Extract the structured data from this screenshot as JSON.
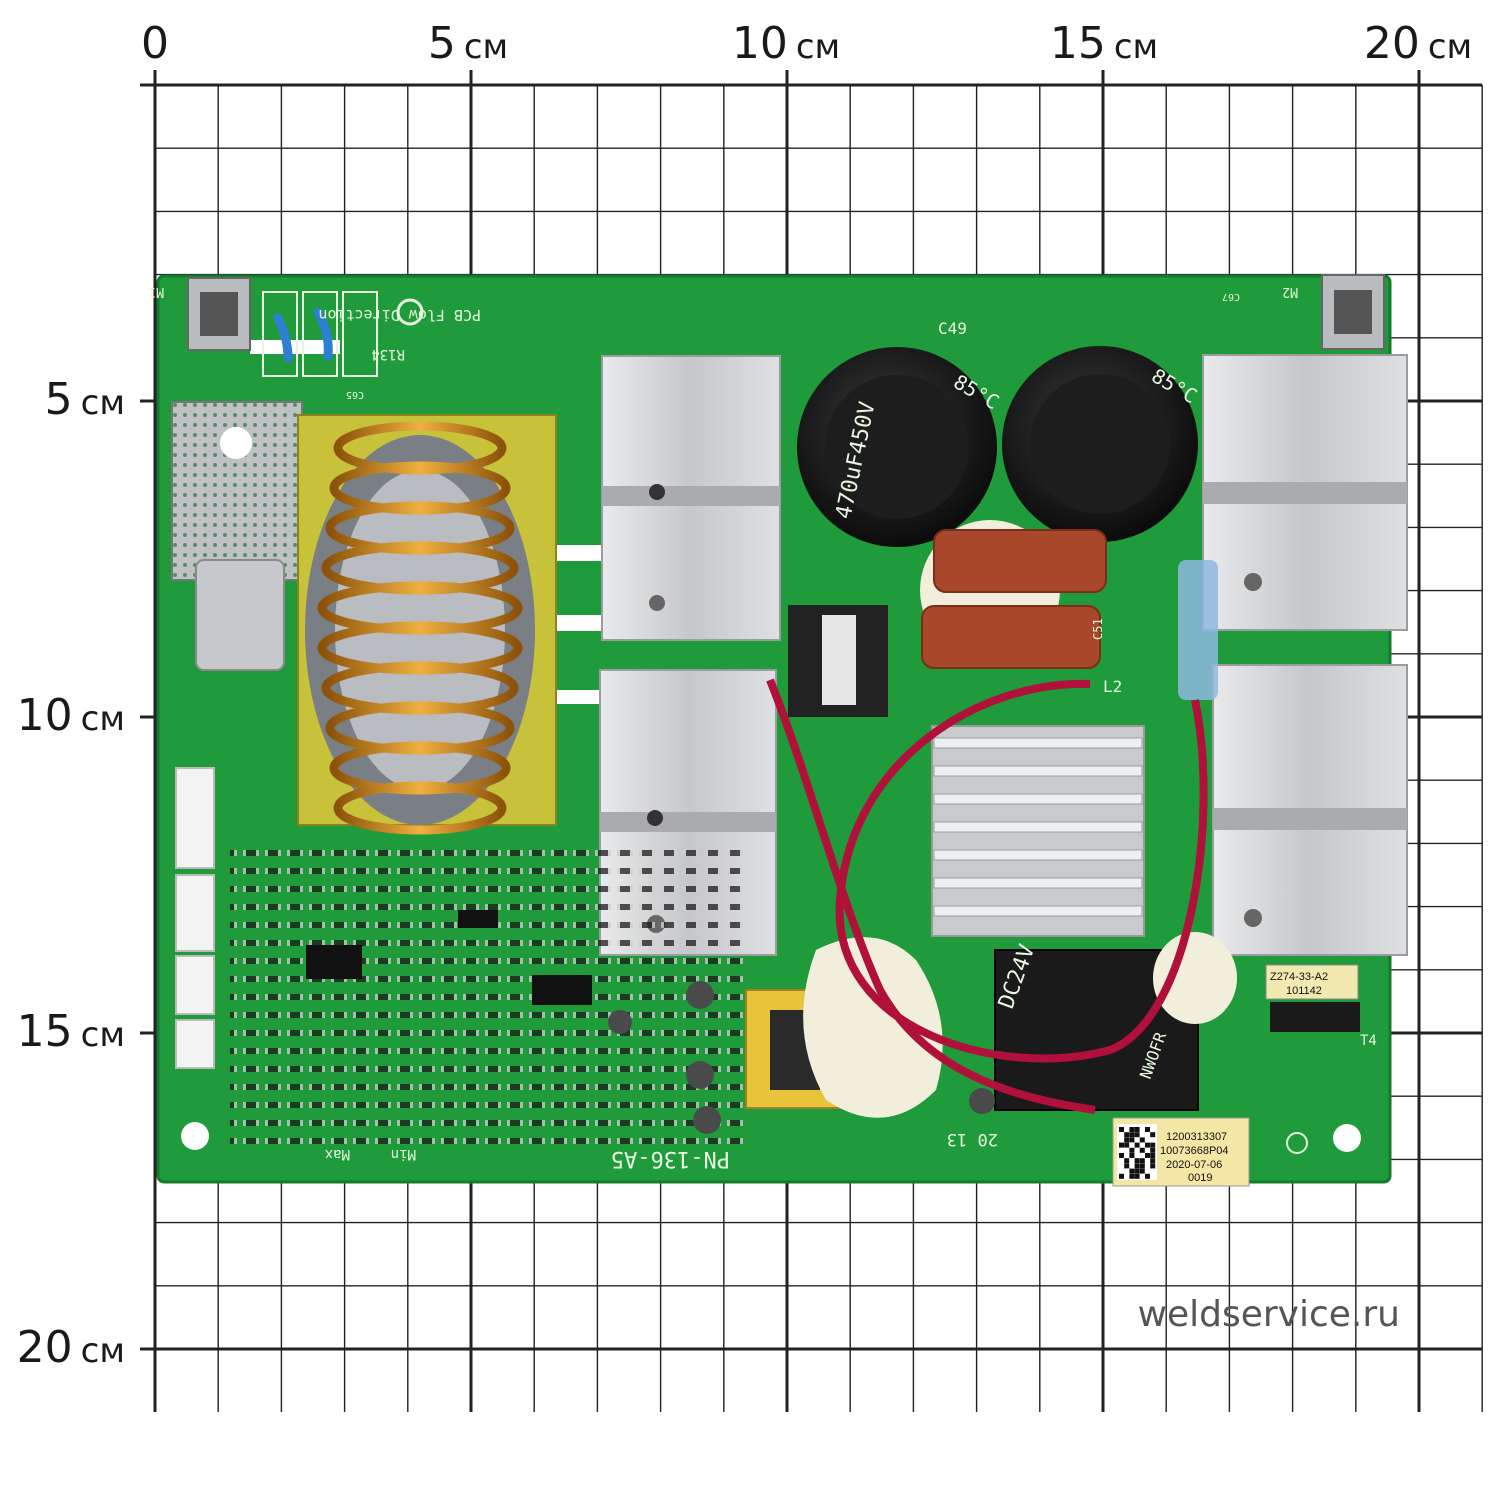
{
  "ruler": {
    "top_labels": [
      {
        "num": "0",
        "unit": ""
      },
      {
        "num": "5",
        "unit": "см"
      },
      {
        "num": "10",
        "unit": "см"
      },
      {
        "num": "15",
        "unit": "см"
      },
      {
        "num": "20",
        "unit": "см"
      }
    ],
    "left_labels": [
      {
        "num": "5",
        "unit": "см"
      },
      {
        "num": "10",
        "unit": "см"
      },
      {
        "num": "15",
        "unit": "см"
      },
      {
        "num": "20",
        "unit": "см"
      }
    ]
  },
  "board": {
    "model": "PN-136-A5",
    "flow_label": "PCB Flow Direction",
    "cap_left_text": "470uF450V",
    "cap_temp_left": "85°C",
    "cap_temp_right": "85°C",
    "cap_label": "C49",
    "relay_text_1": "DC24V",
    "relay_text_2": "NWOFR",
    "year_mark": "20 13",
    "tp_max": "Max",
    "tp_min": "Min",
    "labels": {
      "r134": "R134",
      "l2": "L2",
      "t4": "T4",
      "m1": "M1",
      "m2": "M2",
      "c51": "C51",
      "c65": "C65",
      "c67": "C67"
    }
  },
  "heatsink_label": {
    "line1": "Z274-33-A2",
    "line2": "101142"
  },
  "sticker": {
    "line1": "1200313307",
    "line2": "10073668P04",
    "line3": "2020-07-06",
    "line4": "0019"
  },
  "watermark": "weldservice.ru",
  "colors": {
    "pcb": "#1e9a3a",
    "copper": "#c8861c",
    "heatsink": "#cfd1d3",
    "wire": "#b0103a",
    "grid": "#222222"
  }
}
